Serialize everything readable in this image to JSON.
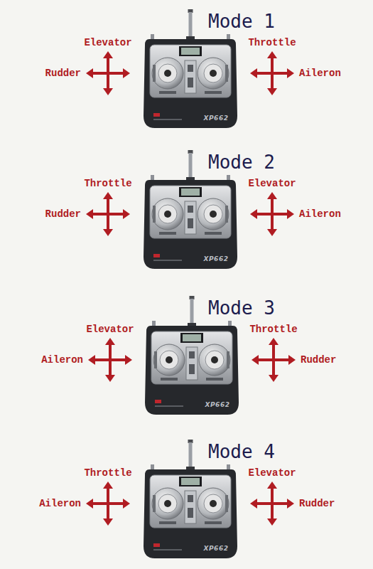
{
  "diagram": {
    "labels": [
      "Mode 1",
      "Elevator",
      "Throttle",
      "Rudder",
      "Aileron",
      "XP662",
      "Mode 2",
      "Throttle",
      "Elevator",
      "Rudder",
      "Aileron",
      "XP662",
      "Mode 3",
      "Elevator",
      "Throttle",
      "Aileron",
      "Rudder",
      "XP662",
      "Mode 4",
      "Throttle",
      "Elevator",
      "Aileron",
      "Rudder",
      "XP662"
    ]
  }
}
